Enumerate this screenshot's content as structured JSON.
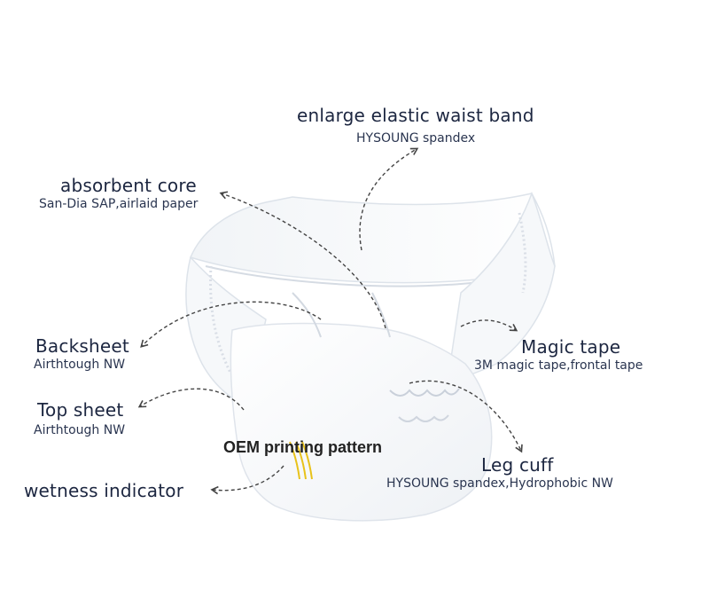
{
  "annotations": {
    "waist_band": {
      "title": "enlarge elastic waist band",
      "detail": "HYSOUNG spandex"
    },
    "absorbent_core": {
      "title": "absorbent core",
      "detail": "San-Dia SAP,airlaid paper"
    },
    "backsheet": {
      "title": "Backsheet",
      "detail": "Airthtough NW"
    },
    "top_sheet": {
      "title": "Top sheet",
      "detail": "Airthtough NW"
    },
    "oem_printing": {
      "title": "OEM printing pattern"
    },
    "wetness_indicator": {
      "title": "wetness  indicator"
    },
    "magic_tape": {
      "title": "Magic tape",
      "detail": "3M magic tape,frontal tape"
    },
    "leg_cuff": {
      "title": "Leg cuff",
      "detail": "HYSOUNG spandex,Hydrophobic NW"
    }
  },
  "colors": {
    "text": "#1c2640",
    "leader": "#444444",
    "indicator": "#e8c21a",
    "diaper_outline": "#dde3ea"
  },
  "icons": {
    "product": "diaper-illustration",
    "leader": "dashed-arrow"
  }
}
